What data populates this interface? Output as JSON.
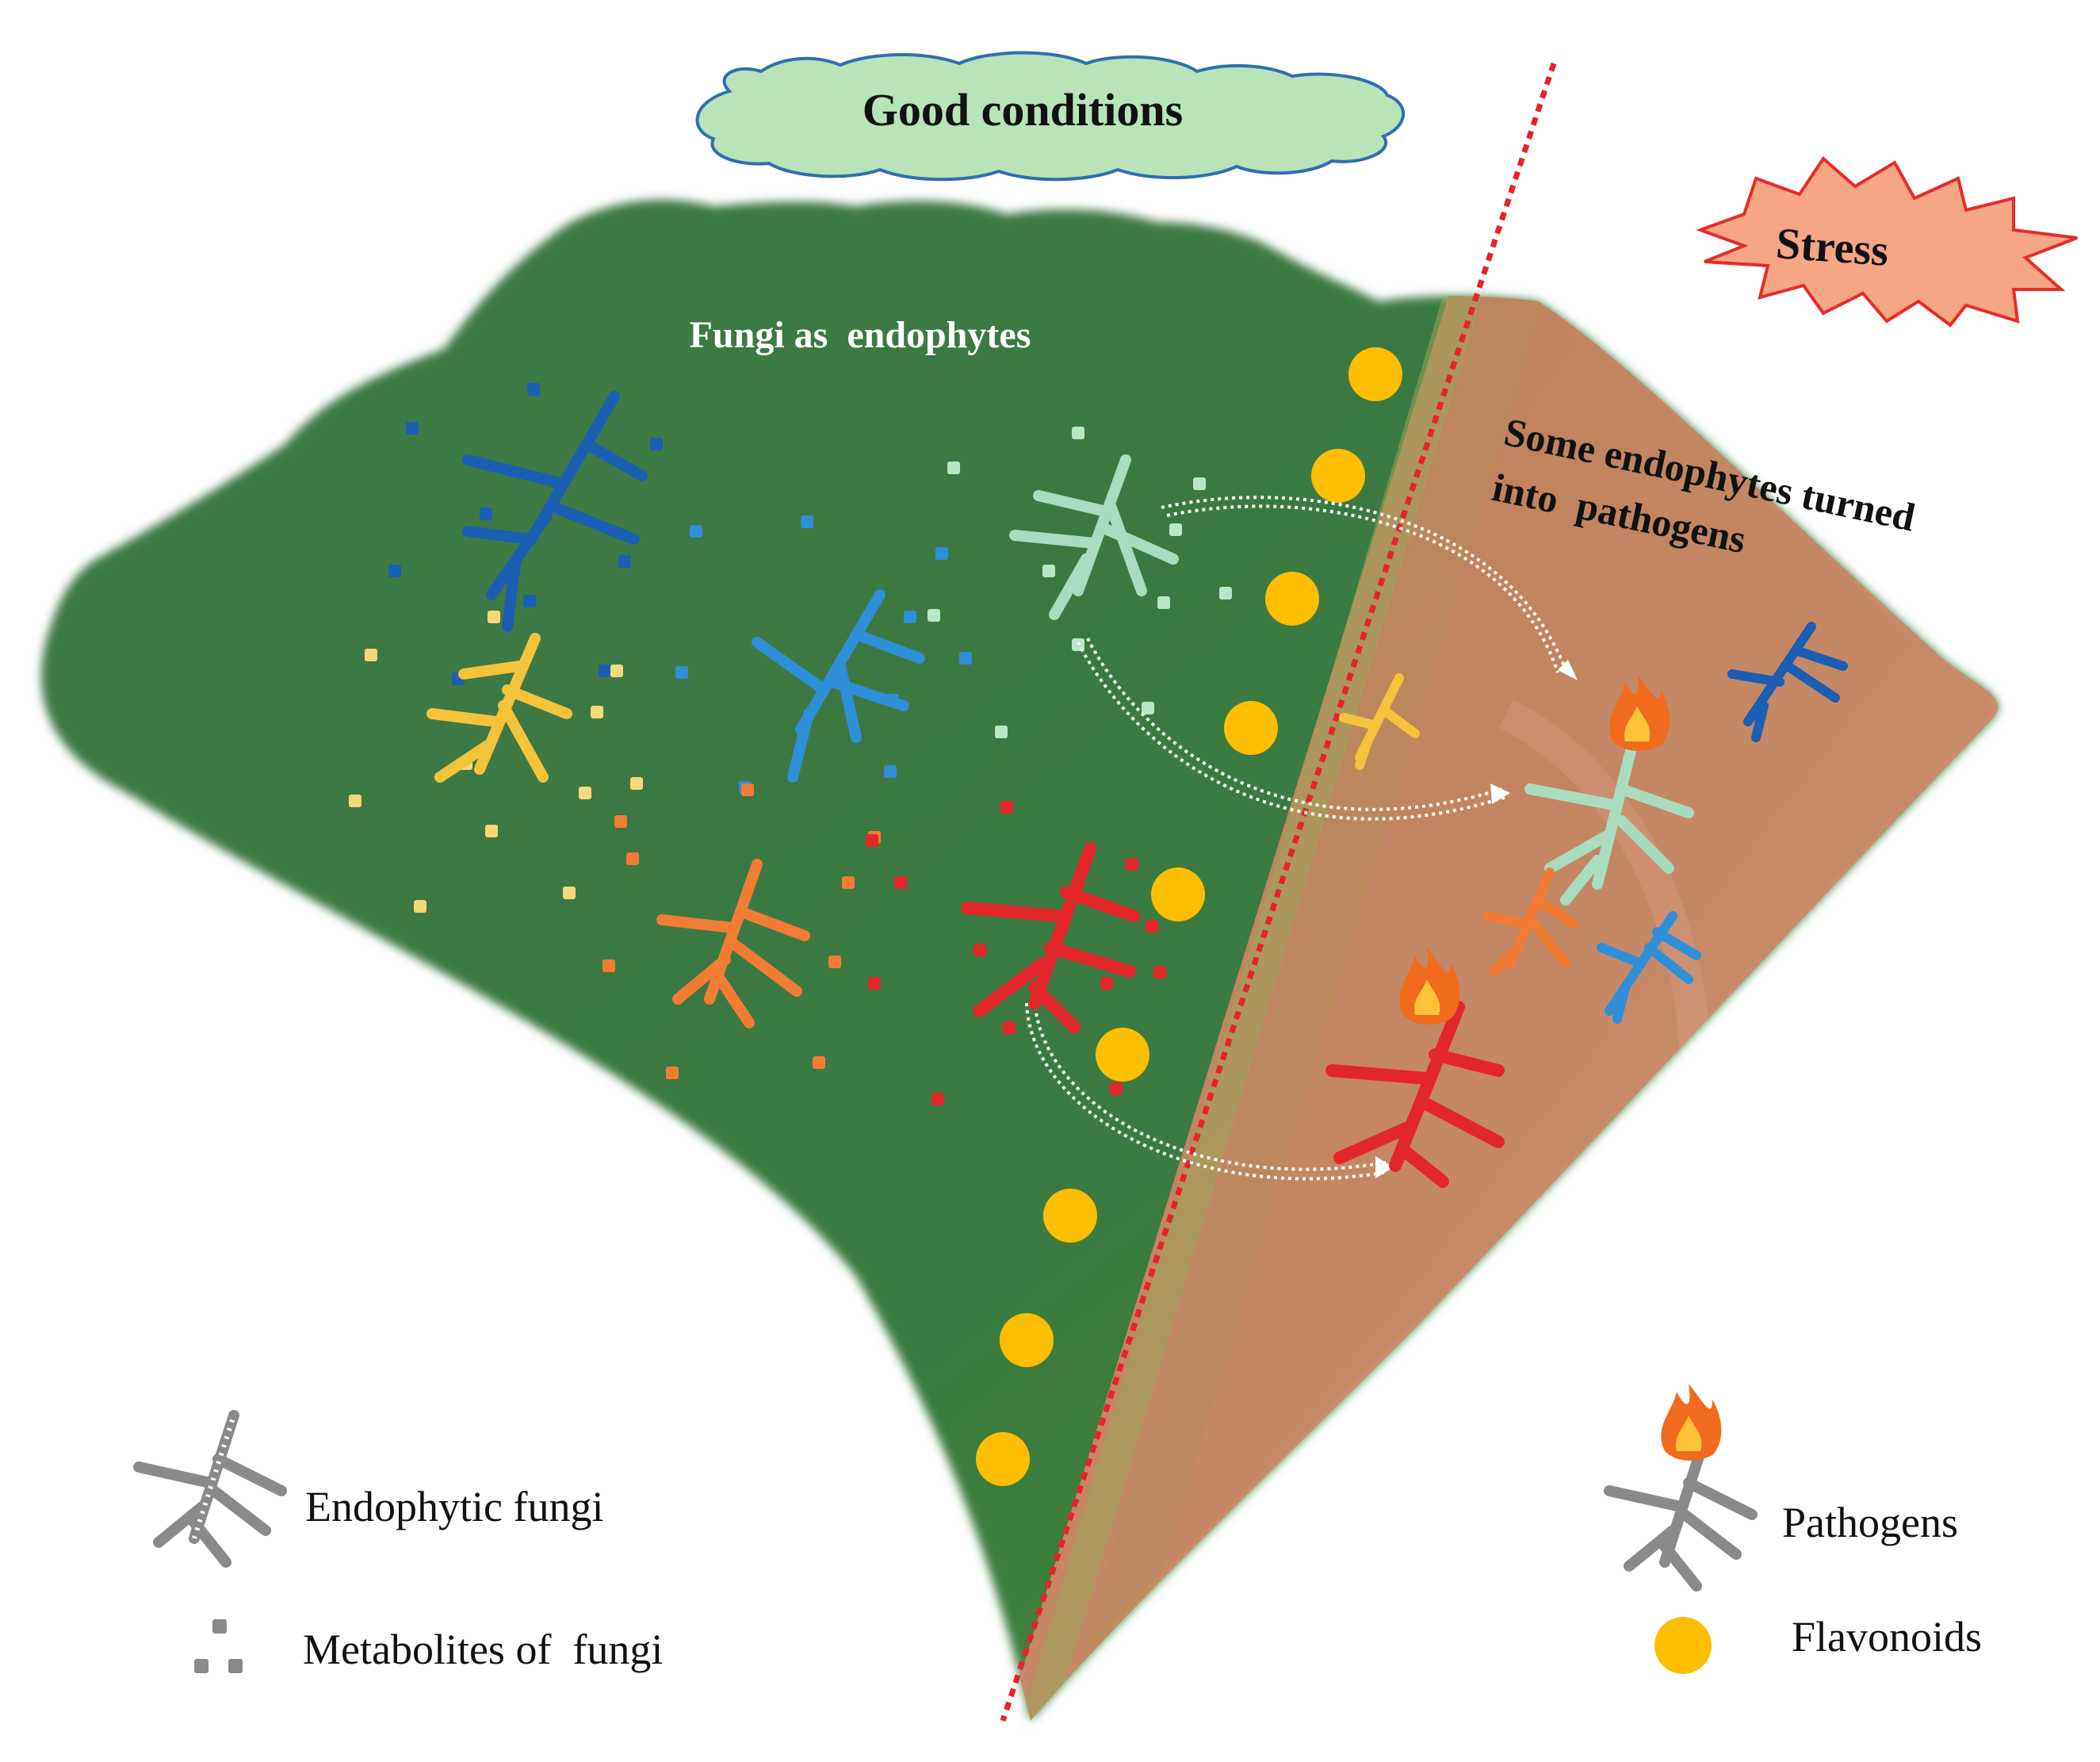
{
  "title_good": "Good conditions",
  "title_stress": "Stress",
  "region_left_label": "Fungi as  endophytes",
  "region_right_label_line1": "Some endophytes turned",
  "region_right_label_line2": "into  pathogens",
  "legend": {
    "endophytic_fungi": "Endophytic fungi",
    "metabolites": "Metabolites of  fungi",
    "pathogens": "Pathogens",
    "flavonoids": "Flavonoids"
  },
  "colors": {
    "leaf_green": "#3f7a45",
    "leaf_stress": "#c98763",
    "cloud_fill": "#b9e3b8",
    "cloud_stroke": "#2f6fb1",
    "star_fill": "#f4a080",
    "star_stroke": "#e82b2b",
    "divider": "#e8222a",
    "flavonoid": "#ffbe00",
    "fungus_dark_blue": "#1b5eb3",
    "fungus_blue": "#2f8fd8",
    "fungus_yellow": "#f5c33a",
    "fungus_mint": "#a9dcbf",
    "fungus_orange": "#f27c35",
    "fungus_red": "#e3262b",
    "legend_gray": "#8a8a8a",
    "flame": "#f06b1d"
  },
  "icons": [
    "cloud-icon",
    "starburst-icon",
    "fungus-icon",
    "flame-icon",
    "metabolite-dots-icon",
    "flavonoid-dot-icon"
  ]
}
